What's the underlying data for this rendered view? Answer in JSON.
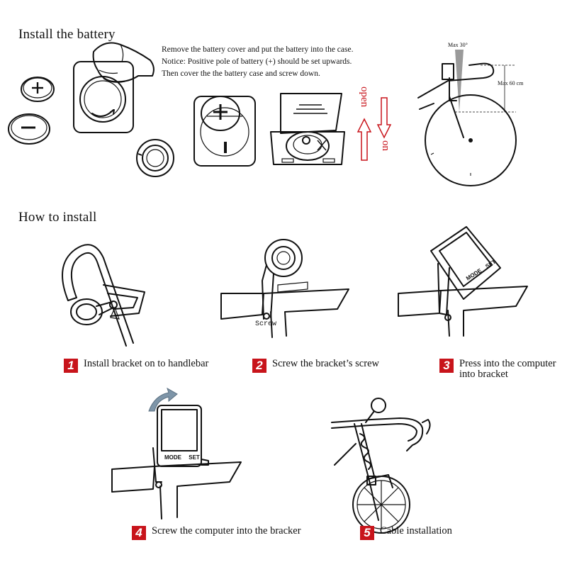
{
  "battery": {
    "title": "Install the battery",
    "lines": [
      "Remove the battery cover and put the battery into the case.",
      "Notice: Positive pole of battery (+) should be set upwards.",
      "Then cover the the battery case and screw down."
    ],
    "plus_symbol": "+",
    "minus_symbol": "−",
    "open_label": "open",
    "on_label": "on"
  },
  "mount_diagram": {
    "angle_label": "Max 30°",
    "distance_label": "Max 60 cm"
  },
  "install": {
    "title": "How to install",
    "screw_label": "Screw",
    "device_buttons": {
      "mode": "MODE",
      "set": "SET"
    },
    "steps": [
      {
        "number": "1",
        "text": "Install bracket on to handlebar"
      },
      {
        "number": "2",
        "text": "Screw the bracket’s screw"
      },
      {
        "number": "3",
        "text": "Press into the computer into bracket"
      },
      {
        "number": "4",
        "text": "Screw the computer into the bracker"
      },
      {
        "number": "5",
        "text": "Cable installation"
      }
    ]
  },
  "colors": {
    "accent_red": "#c8141b",
    "ink": "#111111",
    "grey_cone": "#9a9a9a"
  }
}
